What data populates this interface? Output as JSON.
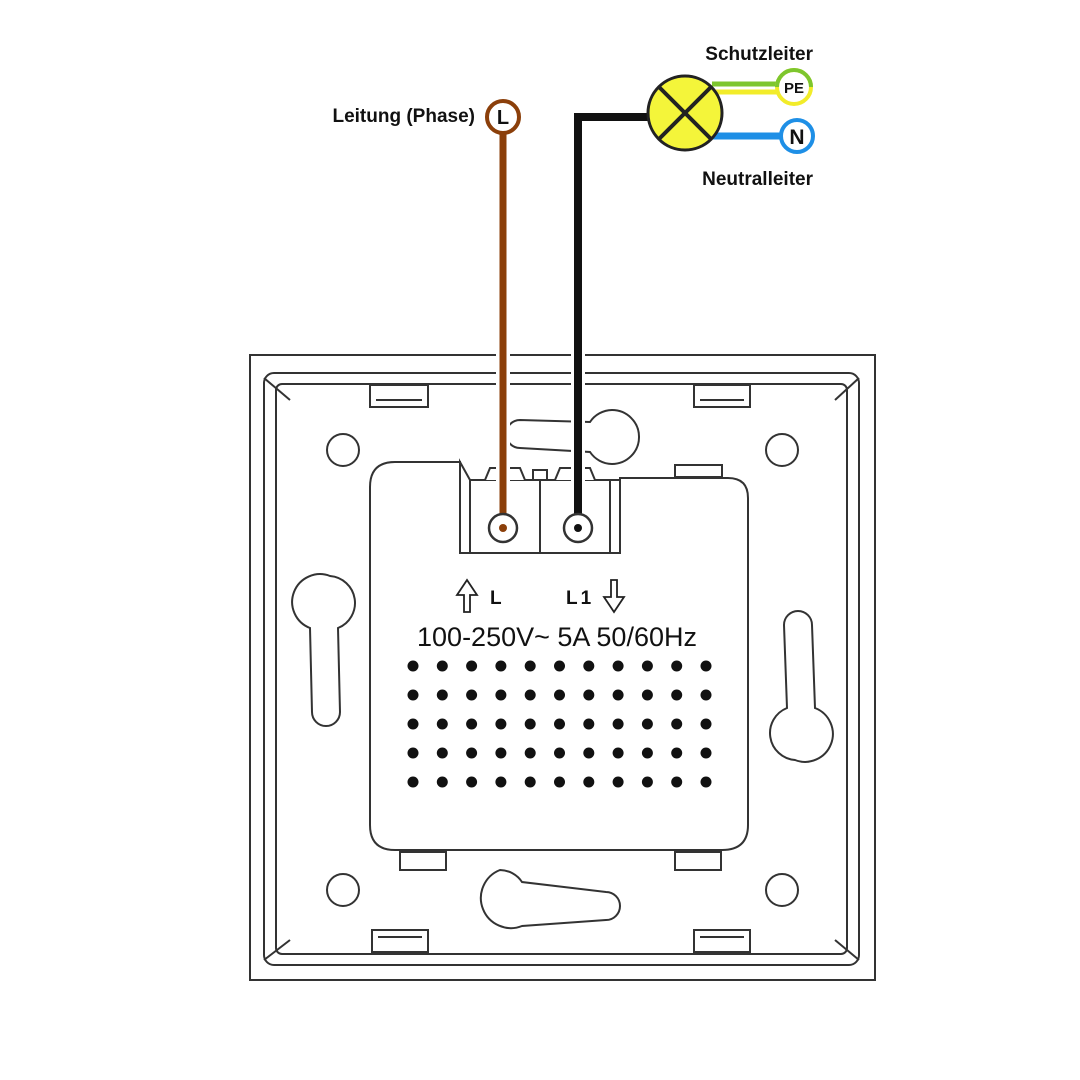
{
  "labels": {
    "phase": "Leitung (Phase)",
    "protective_earth": "Schutzleiter",
    "neutral": "Neutralleiter"
  },
  "terminals": {
    "phase": "L",
    "protective_earth": "PE",
    "neutral": "N"
  },
  "device": {
    "input_label": "L",
    "output_label": "L1",
    "rating": "100-250V~ 5A 50/60Hz"
  },
  "colors": {
    "phase_wire": "#8B3F0A",
    "switched_wire": "#111111",
    "earth_wire_green": "#7DC62E",
    "earth_wire_yellow": "#F2EC2A",
    "neutral_wire": "#1E8FE6",
    "lamp_fill": "#F4F53A",
    "outline": "#333333"
  },
  "icons": {
    "lamp": "lamp-cross-icon",
    "arrow_in": "arrow-up-icon",
    "arrow_out": "arrow-down-icon"
  }
}
